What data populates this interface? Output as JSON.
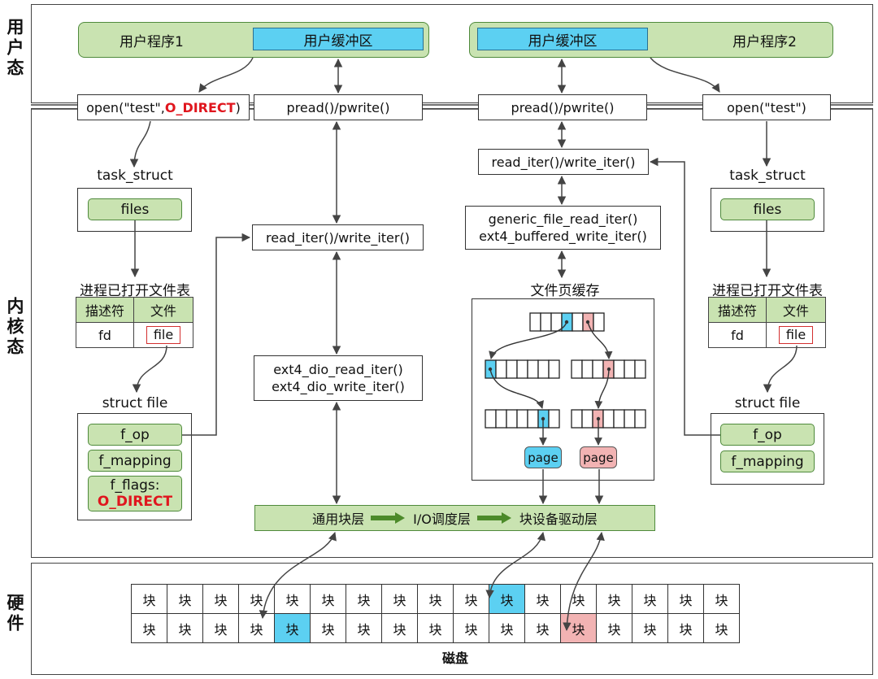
{
  "layers": {
    "user": "用户态",
    "kernel": "内核态",
    "hardware": "硬件"
  },
  "left": {
    "program": "用户程序1",
    "buffer": "用户缓冲区",
    "open_prefix": "open(\"test\", ",
    "open_flag": "O_DIRECT",
    "open_suffix": ")",
    "pread": "pread()/pwrite()",
    "task_struct": "task_struct",
    "files": "files",
    "table_title": "进程已打开文件表",
    "col_fd": "描述符",
    "col_file": "文件",
    "fd": "fd",
    "file": "file",
    "struct_file": "struct file",
    "f_op": "f_op",
    "f_mapping": "f_mapping",
    "f_flags": "f_flags:",
    "f_flags_val": "O_DIRECT",
    "read_iter": "read_iter()/write_iter()",
    "dio1": "ext4_dio_read_iter()",
    "dio2": "ext4_dio_write_iter()"
  },
  "right": {
    "program": "用户程序2",
    "buffer": "用户缓冲区",
    "open": "open(\"test\")",
    "pread": "pread()/pwrite()",
    "read_iter": "read_iter()/write_iter()",
    "generic1": "generic_file_read_iter()",
    "generic2": "ext4_buffered_write_iter()",
    "page_cache": "文件页缓存",
    "page1": "page",
    "page2": "page",
    "task_struct": "task_struct",
    "files": "files",
    "table_title": "进程已打开文件表",
    "col_fd": "描述符",
    "col_file": "文件",
    "fd": "fd",
    "file": "file",
    "struct_file": "struct file",
    "f_op": "f_op",
    "f_mapping": "f_mapping"
  },
  "block_stack": {
    "generic": "通用块层",
    "io_sched": "I/O调度层",
    "driver": "块设备驱动层"
  },
  "disk": {
    "cell": "块",
    "columns": 17,
    "rows": 2,
    "label": "磁盘",
    "highlight_row1_cyan": 10,
    "highlight_row2_cyan": 4,
    "highlight_row2_pink": 12
  },
  "colors": {
    "green": "#c9e3b1",
    "cyan": "#5cd0f2",
    "pink": "#f2b3b3",
    "red": "#e0161e",
    "arrow_green": "#4c8a2a"
  }
}
